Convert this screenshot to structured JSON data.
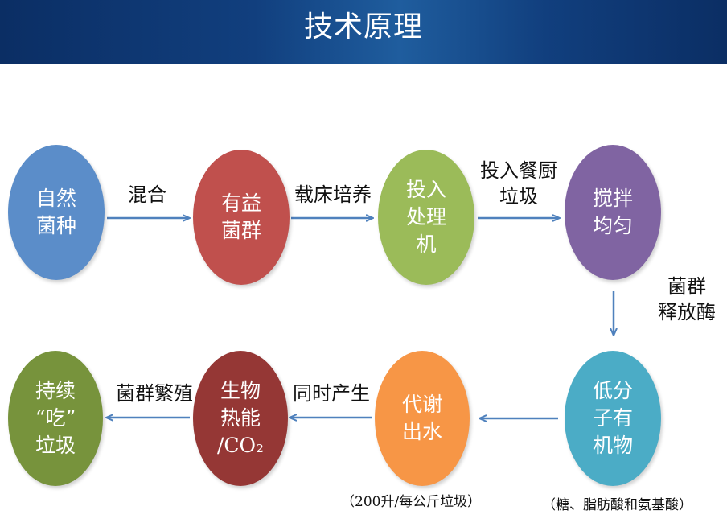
{
  "title": "技术原理",
  "colors": {
    "blue": "#5b8dc9",
    "red": "#c0504d",
    "green": "#9bbb59",
    "purple": "#8064a2",
    "teal": "#4bacc6",
    "orange": "#f79646",
    "darkred": "#953735",
    "olive": "#77933c",
    "arrow": "#4f81bd"
  },
  "nodes": {
    "natural_strain": "自然\n菌种",
    "beneficial_flora": "有益\n菌群",
    "processor": "投入\n处理\n机",
    "stir": "搅拌\n均匀",
    "low_molecular": "低分\n子有\n机物",
    "metabolic_water": "代谢\n出水",
    "bio_heat": "生物\n热能\n/CO₂",
    "continuous_eat": "持续\n“吃”\n垃圾"
  },
  "edges": {
    "mix": "混合",
    "carrier_culture": "载床培养",
    "input_food_waste": "投入餐厨\n垃圾",
    "release_enzyme": "菌群\n释放酶",
    "simultaneous": "同时产生",
    "flora_breeding": "菌群繁殖"
  },
  "notes": {
    "water_output": "（200升/每公斤垃圾）",
    "compounds": "（糖、脂肪酸和氨基酸）"
  }
}
